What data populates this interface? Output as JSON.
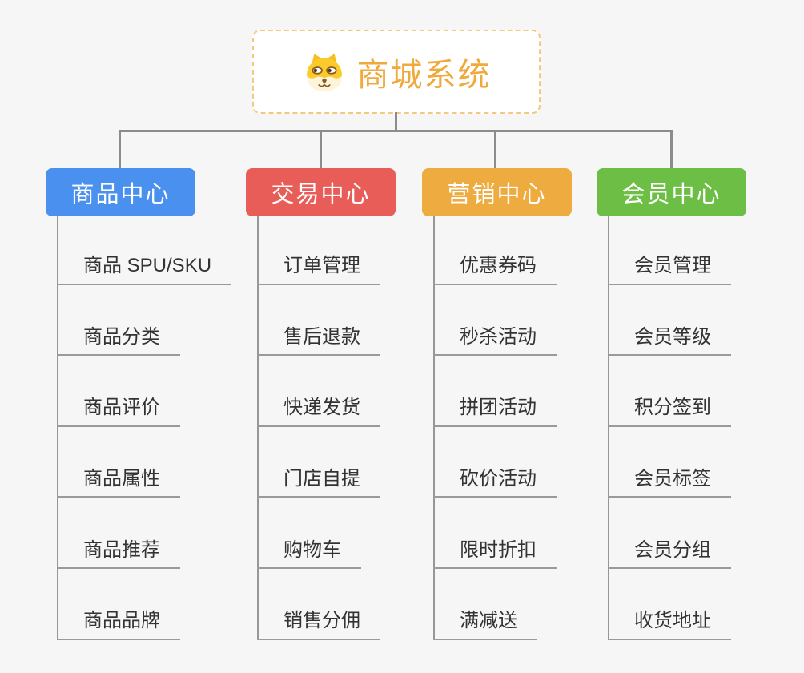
{
  "root": {
    "title": "商城系统",
    "icon": "dog-face-icon"
  },
  "branches": [
    {
      "label": "商品中心",
      "color": "#4A90EE",
      "items": [
        "商品 SPU/SKU",
        "商品分类",
        "商品评价",
        "商品属性",
        "商品推荐",
        "商品品牌"
      ]
    },
    {
      "label": "交易中心",
      "color": "#E95D59",
      "items": [
        "订单管理",
        "售后退款",
        "快递发货",
        "门店自提",
        "购物车",
        "销售分佣"
      ]
    },
    {
      "label": "营销中心",
      "color": "#EEAC40",
      "items": [
        "优惠券码",
        "秒杀活动",
        "拼团活动",
        "砍价活动",
        "限时折扣",
        "满减送"
      ]
    },
    {
      "label": "会员中心",
      "color": "#6DBE45",
      "items": [
        "会员管理",
        "会员等级",
        "积分签到",
        "会员标签",
        "会员分组",
        "收货地址"
      ]
    }
  ],
  "colors": {
    "background": "#F6F6F6",
    "title": "#F0A93C",
    "root_border": "#F4C97E",
    "connector": "#8C8C8C",
    "item_text": "#333333",
    "item_line": "#9A9A9A"
  }
}
